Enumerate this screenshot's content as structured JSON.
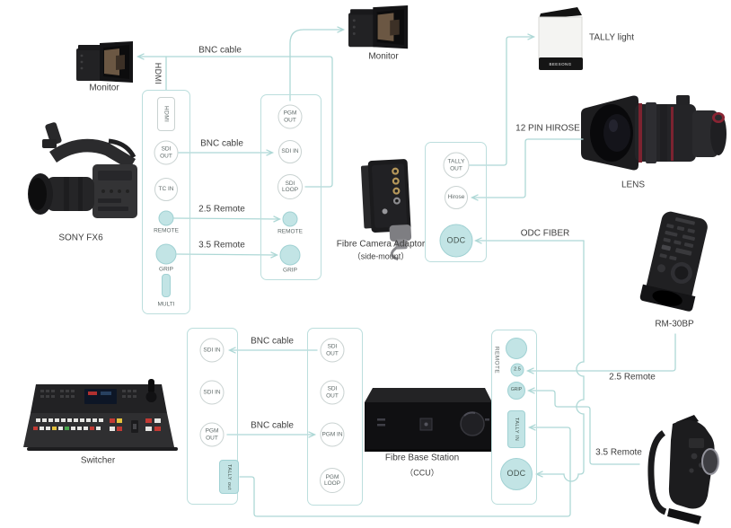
{
  "colors": {
    "wire": "#aed8d6",
    "port_teal_fill": "#c2e4e5",
    "port_teal_border": "#a0d1d3"
  },
  "devices": {
    "monitor_top_left": {
      "label": "Monitor"
    },
    "monitor_top_mid": {
      "label": "Monitor"
    },
    "camera": {
      "label": "SONY FX6"
    },
    "tally_light": {
      "label": "TALLY light",
      "brand": "BEESONG"
    },
    "lens": {
      "label": "LENS"
    },
    "fibre_adaptor": {
      "label": "Fibre Camera Adaptor",
      "sublabel": "（side-mount）"
    },
    "rm30bp": {
      "label": "RM-30BP"
    },
    "switcher": {
      "label": "Switcher"
    },
    "base_station": {
      "label": "Fibre Base Station",
      "sublabel": "（CCU）"
    }
  },
  "cables": {
    "hdmi": "HDMI",
    "bnc_monitor": "BNC cable",
    "bnc_camera": "BNC cable",
    "remote25_camera": "2.5 Remote",
    "remote35_camera": "3.5 Remote",
    "hirose12": "12 PIN HIROSE",
    "odc_fiber": "ODC FIBER",
    "bnc_switcher_in": "BNC cable",
    "bnc_switcher_out": "BNC cable",
    "remote25_base": "2.5 Remote",
    "remote35_base": "3.5 Remote"
  },
  "ports": {
    "camera": {
      "hdmi": "HDMI",
      "sdi_out": "SDI OUT",
      "tc_in": "TC IN",
      "remote": "REMOTE",
      "grip": "GRIP",
      "multi": "MULTI"
    },
    "adaptor_main": {
      "pgm_out": "PGM OUT",
      "sdi_in": "SDI IN",
      "sdi_loop": "SDI LOOP",
      "remote": "REMOTE",
      "grip": "GRIP"
    },
    "adaptor_side": {
      "tally_out": "TALLY OUT",
      "hirose": "Hirose",
      "odc": "ODC"
    },
    "switcher": {
      "sdi_in_1": "SDI IN",
      "sdi_in_2": "SDI IN",
      "pgm_out": "PGM OUT",
      "tally_out": "TALLY out"
    },
    "base_left": {
      "sdi_out_1": "SDI OUT",
      "sdi_out_2": "SDI OUT",
      "pgm_in": "PGM IN",
      "pgm_loop": "PGM LOOP"
    },
    "base_right": {
      "remote": "REMOTE",
      "jack25": "2.5",
      "grip": "GRIP",
      "tally_in": "TALLY IN",
      "odc": "ODC"
    }
  }
}
